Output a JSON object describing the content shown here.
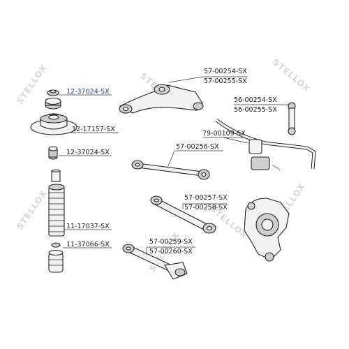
{
  "labels": {
    "top_mount_upper": "12-37024-SX",
    "strut_mount": "12-17157-SX",
    "top_mount_lower": "12-37024-SX",
    "dust_boot": "11-17037-SX",
    "bump_stop": "11-37066-SX",
    "upper_arm_left": "57-00254-SX",
    "upper_arm_right": "57-00255-SX",
    "stabilizer_link_left": "56-00254-SX",
    "stabilizer_link_right": "56-00255-SX",
    "stabilizer_bushing": "79-00109-SX",
    "lateral_link": "57-00256-SX",
    "trailing_arm_left": "57-00257-SX",
    "trailing_arm_right": "57-00258-SX",
    "lower_link_left": "57-00259-SX",
    "lower_link_right": "57-00260-SX"
  },
  "watermark": "STELLOX"
}
